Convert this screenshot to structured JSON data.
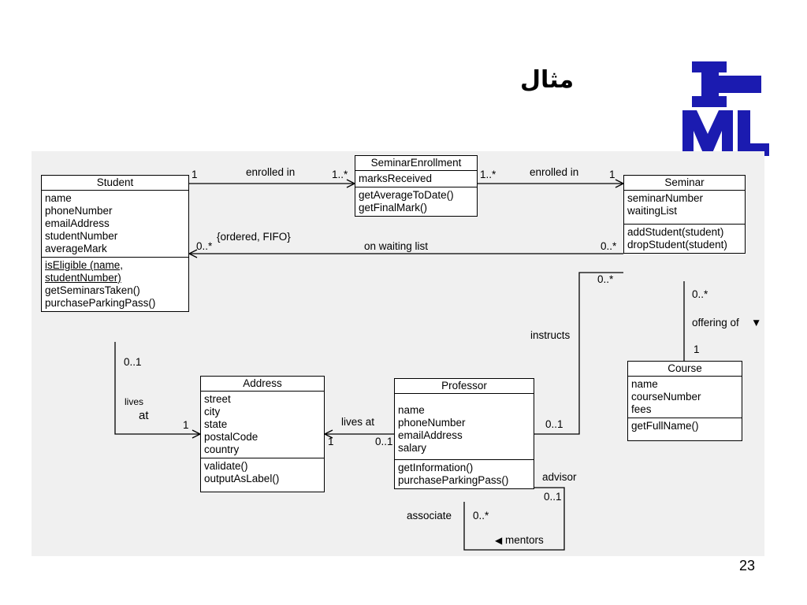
{
  "slide": {
    "title": "مثال",
    "page_number": "23"
  },
  "logo": {
    "name": "uml-logo",
    "color": "#1b1bb0"
  },
  "classes": {
    "student": {
      "name": "Student",
      "attributes": [
        "name",
        "phoneNumber",
        "emailAddress",
        "studentNumber",
        "averageMark"
      ],
      "operations": [
        "isEligible (name,",
        "studentNumber)",
        "getSeminarsTaken()",
        "purchaseParkingPass()"
      ]
    },
    "seminar_enrollment": {
      "name": "SeminarEnrollment",
      "attributes": [
        "marksReceived"
      ],
      "operations": [
        "getAverageToDate()",
        "getFinalMark()"
      ]
    },
    "seminar": {
      "name": "Seminar",
      "attributes": [
        "seminarNumber",
        "waitingList"
      ],
      "operations": [
        "addStudent(student)",
        "dropStudent(student)"
      ]
    },
    "course": {
      "name": "Course",
      "attributes": [
        "name",
        "courseNumber",
        "fees"
      ],
      "operations": [
        "getFullName()"
      ]
    },
    "address": {
      "name": "Address",
      "attributes": [
        "street",
        "city",
        "state",
        "postalCode",
        "country"
      ],
      "operations": [
        "validate()",
        "outputAsLabel()"
      ]
    },
    "professor": {
      "name": "Professor",
      "attributes": [
        "name",
        "phoneNumber",
        "emailAddress",
        "salary"
      ],
      "operations": [
        "getInformation()",
        "purchaseParkingPass()"
      ]
    }
  },
  "labels": {
    "enrolled_in_1": "enrolled in",
    "enrolled_in_2": "enrolled in",
    "mult_1_a": "1",
    "mult_1star_a": "1..*",
    "mult_1star_b": "1..*",
    "mult_1_b": "1",
    "ordered_fifo": "{ordered, FIFO}",
    "waiting_list": "on waiting list",
    "mult_0star_a": "0..*",
    "mult_0star_b": "0..*",
    "mult_0star_c": "0..*",
    "mult_0star_d": "0..*",
    "offering_of": "offering of",
    "offering_arrow": "▼",
    "mult_1_c": "1",
    "instructs": "instructs",
    "mult_01_a": "0..1",
    "mult_01_b": "0..1",
    "lives_1": "lives",
    "at_1": "at",
    "mult_1_d": "1",
    "lives_at_2": "lives at",
    "mult_1_e": "1",
    "mult_01_c": "0..1",
    "advisor": "advisor",
    "mult_01_d": "0..1",
    "associate": "associate",
    "mult_0star_e": "0..*",
    "mentors_arrow": "◀",
    "mentors": "mentors"
  }
}
